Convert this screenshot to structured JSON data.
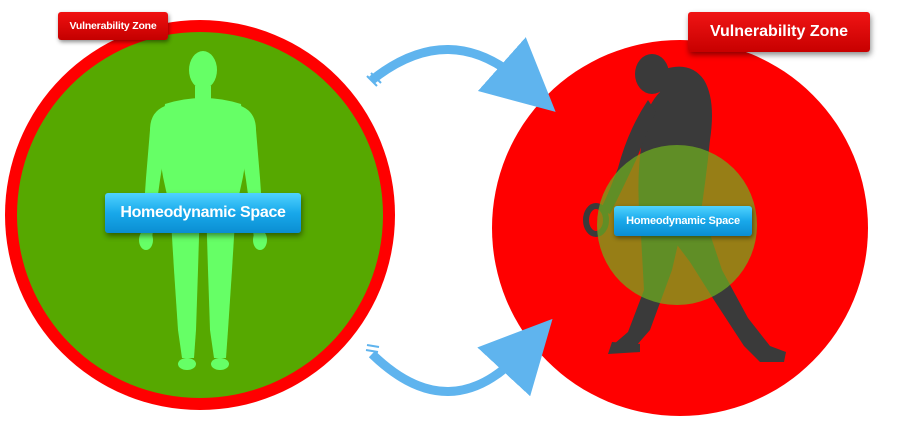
{
  "left_panel": {
    "zone_label": "Vulnerability Zone",
    "space_label": "Homeodynamic Space",
    "zone_color": "#ff0000",
    "space_color": "#56a800",
    "figure_color": "#66ff66"
  },
  "right_panel": {
    "zone_label": "Vulnerability Zone",
    "space_label": "Homeodynamic Space",
    "zone_color": "#ff0000",
    "space_color": "#8a9a2a",
    "figure_color": "#3a3a3a"
  },
  "arrows": {
    "color": "#5fb4ee",
    "top_arrow": "arrow-right-icon",
    "bottom_arrow": "arrow-right-icon"
  }
}
